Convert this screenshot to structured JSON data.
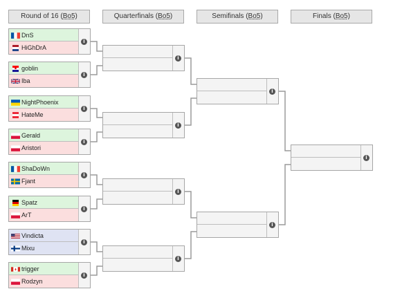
{
  "headers": [
    {
      "label": "Round of 16 (",
      "bo": "Bo5",
      "close": ")"
    },
    {
      "label": "Quarterfinals (",
      "bo": "Bo5",
      "close": ")"
    },
    {
      "label": "Semifinals (",
      "bo": "Bo5",
      "close": ")"
    },
    {
      "label": "Finals (",
      "bo": "Bo5",
      "close": ")"
    }
  ],
  "round16": [
    {
      "p1": "DnS",
      "f1": "flag-france",
      "p2": "HiGhDrA",
      "f2": "flag-netherlands"
    },
    {
      "p1": "goblin",
      "f1": "flag-croatia",
      "p2": "Iba",
      "f2": "flag-uk"
    },
    {
      "p1": "NightPhoenix",
      "f1": "flag-ukraine",
      "p2": "HateMe",
      "f2": "flag-austria"
    },
    {
      "p1": "Gerald",
      "f1": "flag-poland",
      "p2": "Aristori",
      "f2": "flag-poland"
    },
    {
      "p1": "ShaDoWn",
      "f1": "flag-france",
      "p2": "Fjant",
      "f2": "flag-sweden"
    },
    {
      "p1": "Spatz",
      "f1": "flag-germany",
      "p2": "ArT",
      "f2": "flag-poland"
    },
    {
      "p1": "Vindicta",
      "f1": "flag-usa",
      "p2": "Mixu",
      "f2": "flag-finland"
    },
    {
      "p1": "trigger",
      "f1": "flag-canada",
      "p2": "Rodzyn",
      "f2": "flag-poland"
    }
  ],
  "info_glyph": "i"
}
